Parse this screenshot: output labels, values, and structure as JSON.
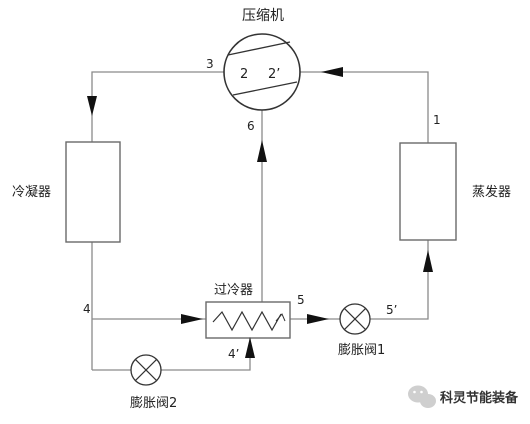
{
  "labels": {
    "compressor": "压缩机",
    "compressor_inner_left": "2",
    "compressor_inner_right": "2’",
    "condenser": "冷凝器",
    "evaporator": "蒸发器",
    "subcooler": "过冷器",
    "valve1": "膨胀阀1",
    "valve2": "膨胀阀2"
  },
  "points": {
    "p1": "1",
    "p3": "3",
    "p4": "4",
    "p4p": "4’",
    "p5": "5",
    "p5p": "5’",
    "p6": "6"
  },
  "watermark": {
    "text": "科灵节能装备"
  }
}
